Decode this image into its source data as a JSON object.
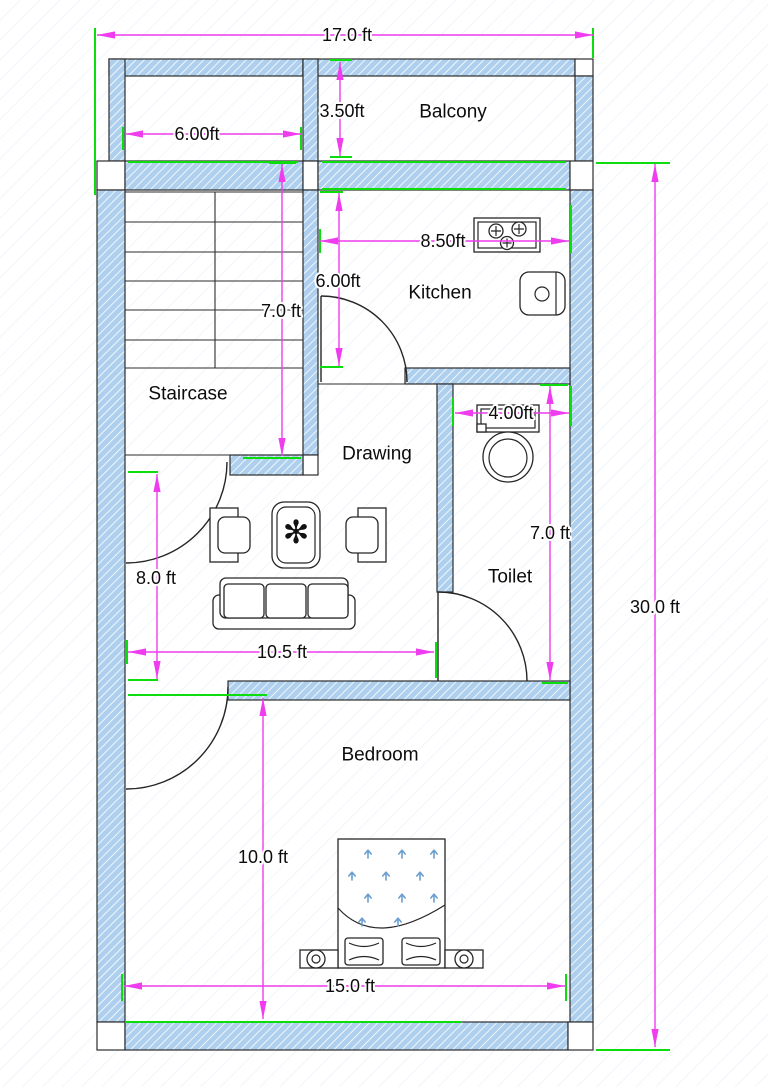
{
  "plan": {
    "type": "floor-plan",
    "rooms": {
      "balcony": "Balcony",
      "kitchen": "Kitchen",
      "staircase": "Staircase",
      "drawing": "Drawing",
      "toilet": "Toilet",
      "bedroom": "Bedroom"
    },
    "dims": {
      "overall_width": "17.0 ft",
      "overall_height": "30.0 ft",
      "top_room_width": "6.00ft",
      "balcony_height": "3.50ft",
      "kitchen_width": "8.50ft",
      "kitchen_height": "6.00ft",
      "staircase_height": "7.0 ft",
      "toilet_width": "4.00ft",
      "toilet_height": "7.0 ft",
      "drawing_height": "8.0 ft",
      "drawing_width": "10.5 ft",
      "bedroom_height": "10.0 ft",
      "bedroom_width": "15.0 ft"
    },
    "icons": {
      "plant_glyph": "✻"
    },
    "colors": {
      "wall_fill": "#aed0ee",
      "wall_hatch": "#ffffff",
      "outline": "#2d2d2d",
      "dimension_line": "#ee3cee",
      "extension_mark": "#0ddd0d",
      "bed_quilt_arrows": "#6b9ecf",
      "background": "#ffffff"
    }
  }
}
